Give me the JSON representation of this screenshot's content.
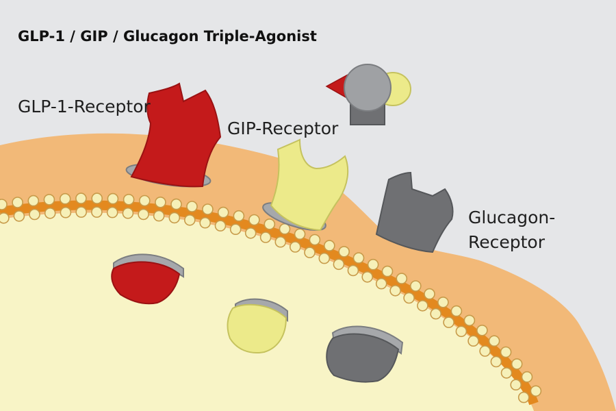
{
  "title": "GLP-1 / GIP / Glucagon Triple-Agonist",
  "labels": {
    "glp1": "GLP-1-Receptor",
    "gip": "GIP-Receptor",
    "glucagon_line1": "Glucagon-",
    "glucagon_line2": "Receptor"
  },
  "colors": {
    "background": "#e5e6e8",
    "cell_membrane": "#f2b978",
    "cytoplasm": "#f8f4c6",
    "bilayer_band": "#e3891f",
    "lipid_head": "#f6f0b8",
    "glp1_receptor": "#c41a1b",
    "gip_receptor": "#ecea8a",
    "glucagon_receptor": "#6f7073",
    "agonist_body": "#9fa1a4",
    "vesicle_rim": "#a6a8ab"
  },
  "icons": {
    "agonist": "triple-agonist-molecule-icon"
  }
}
